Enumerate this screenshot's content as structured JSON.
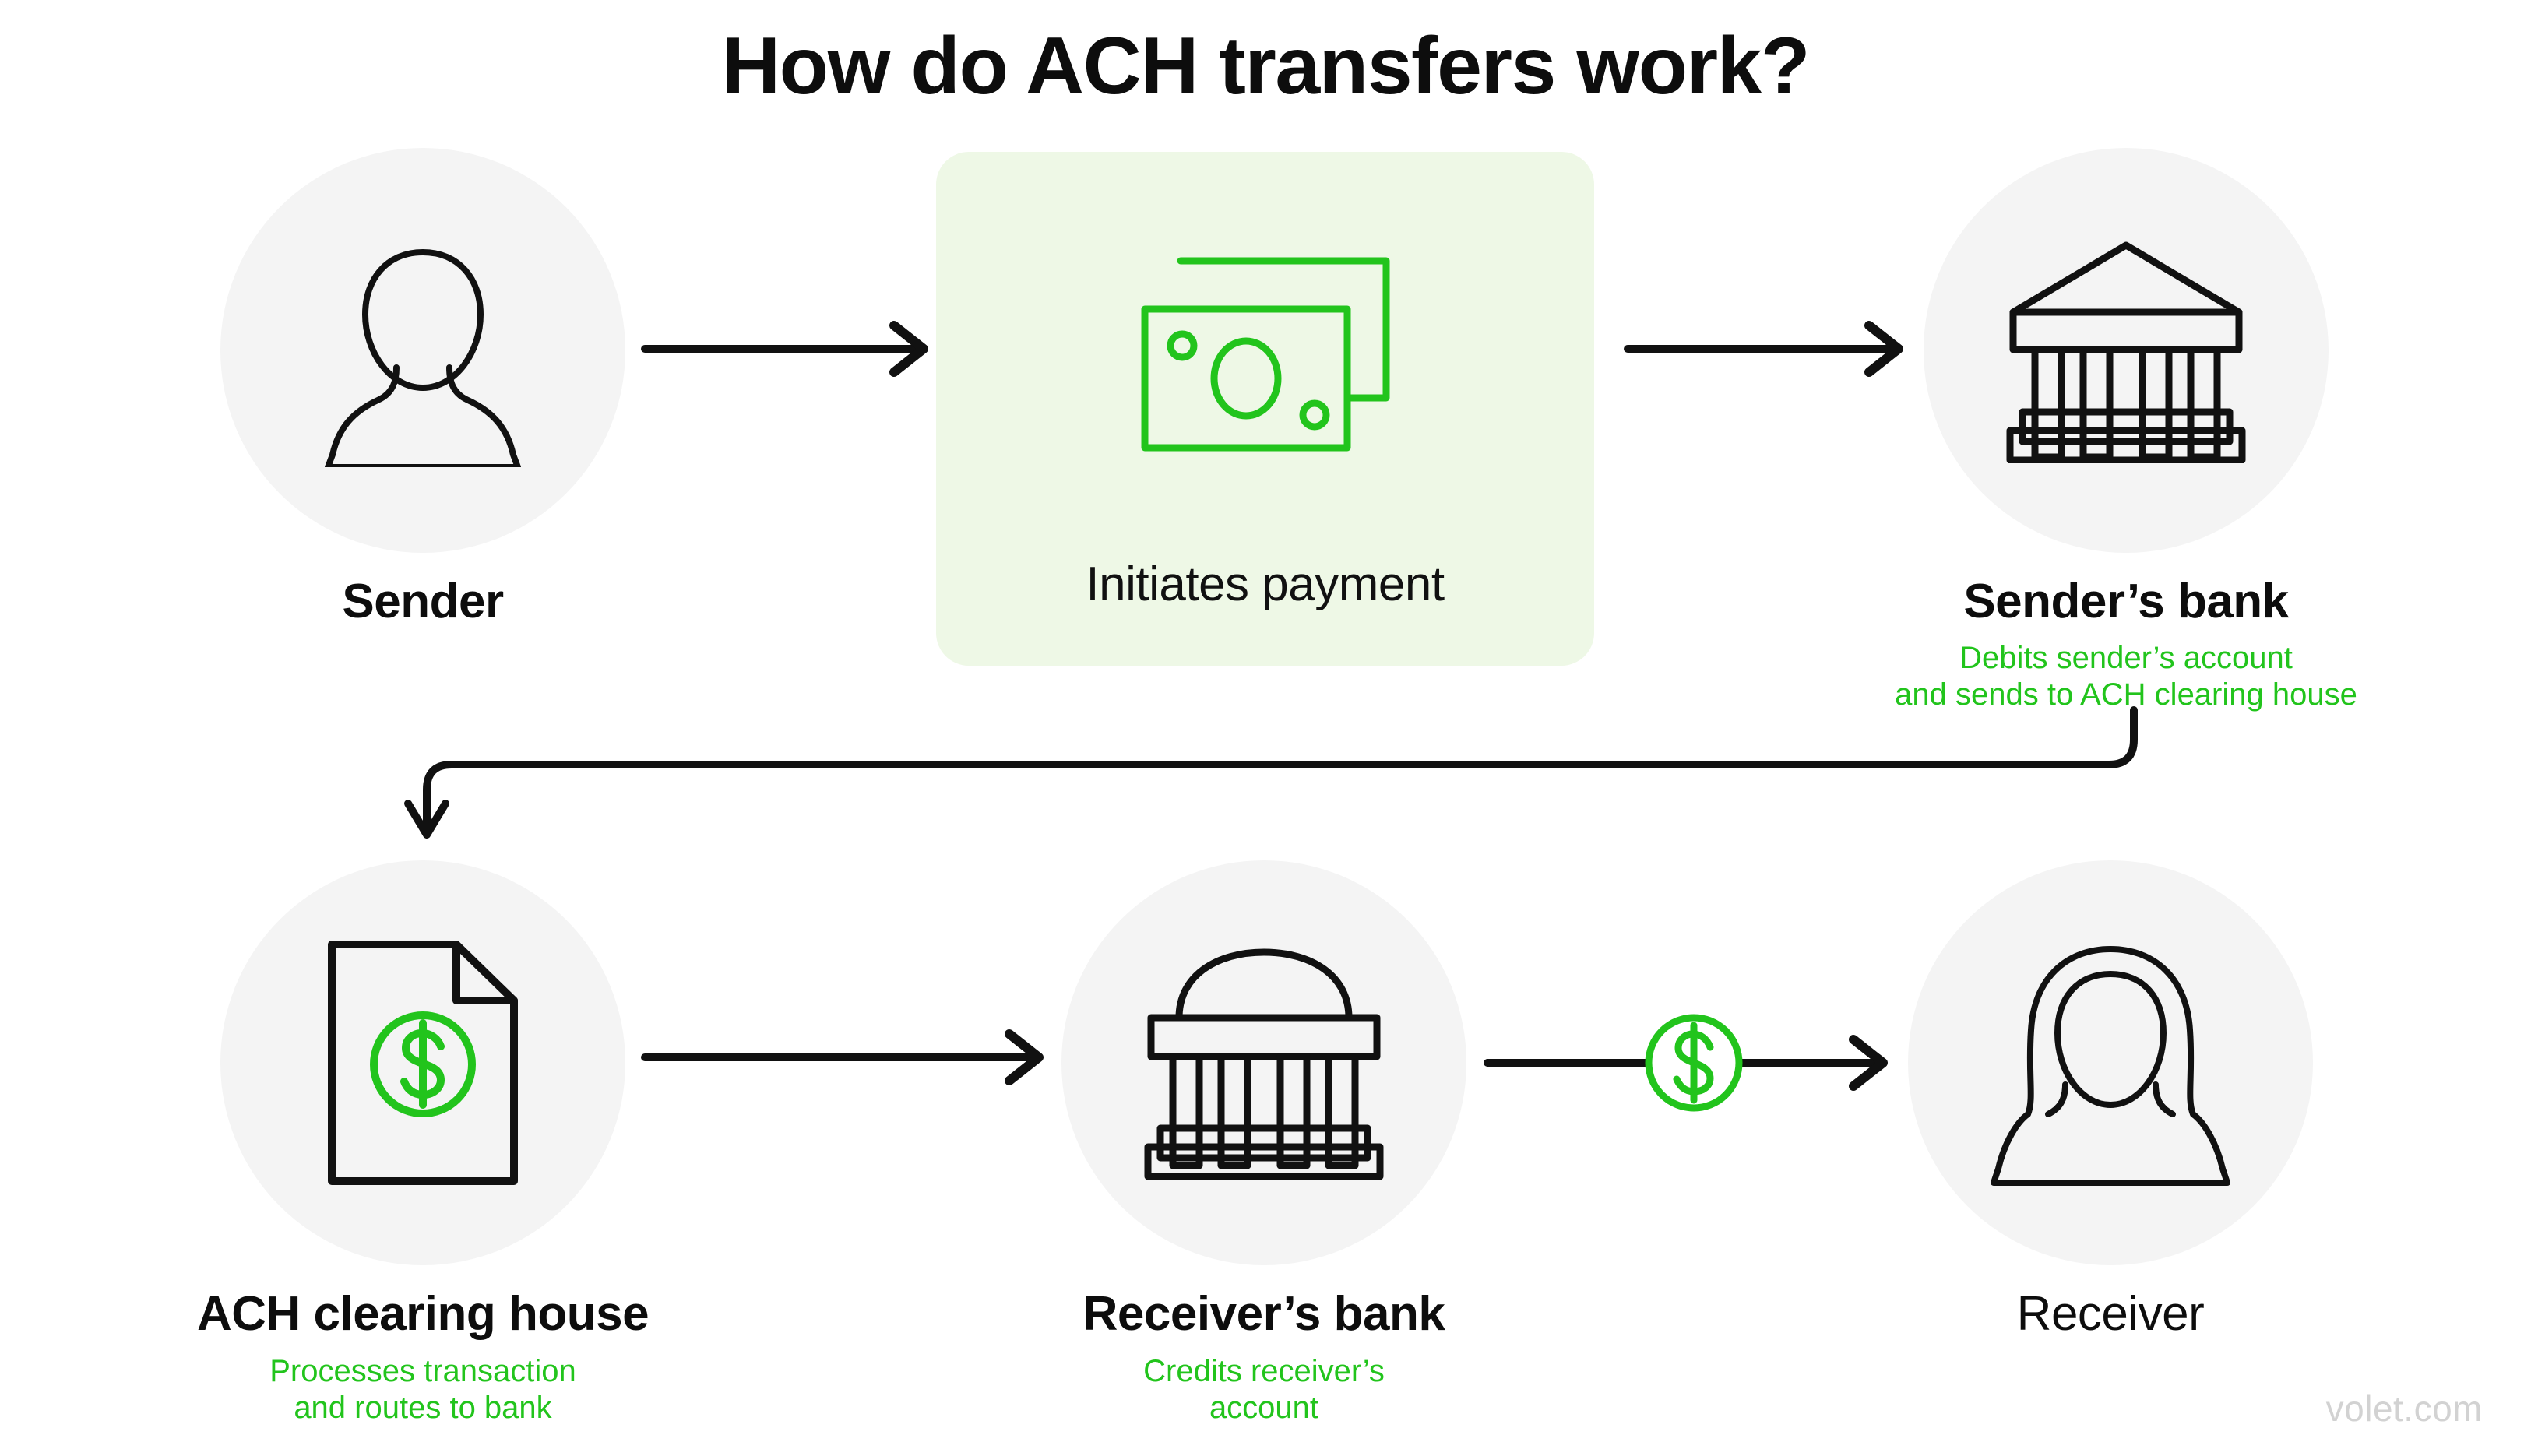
{
  "page": {
    "title": "How do ACH transfers work?",
    "watermark": "volet.com",
    "background_color": "#ffffff",
    "accent_green": "#22c41c",
    "card_background": "#eef8e6",
    "circle_background": "#f4f4f4",
    "stroke_color": "#111111"
  },
  "flow": {
    "row1": [
      {
        "id": "sender",
        "icon": "person-icon",
        "label": "Sender",
        "caption": ""
      },
      {
        "id": "initiates-payment",
        "icon": "banknotes-icon",
        "label": "Initiates payment",
        "caption": ""
      },
      {
        "id": "senders-bank",
        "icon": "bank-pediment-icon",
        "label": "Sender’s bank",
        "caption_line1": "Debits sender’s account",
        "caption_line2": "and sends to ACH clearing house"
      }
    ],
    "row2": [
      {
        "id": "ach-clearing-house",
        "icon": "document-dollar-icon",
        "label": "ACH clearing house",
        "caption_line1": "Processes transaction",
        "caption_line2": "and routes to bank"
      },
      {
        "id": "receivers-bank",
        "icon": "bank-dome-icon",
        "label": "Receiver’s bank",
        "caption_line1": "Credits receiver’s",
        "caption_line2": "account"
      },
      {
        "id": "receiver",
        "icon": "person-long-hair-icon",
        "label": "Receiver",
        "caption": ""
      }
    ],
    "connectors": [
      {
        "id": "sender-to-payment",
        "type": "straight-arrow-right"
      },
      {
        "id": "payment-to-senders-bank",
        "type": "straight-arrow-right"
      },
      {
        "id": "senders-bank-to-clearing-house",
        "type": "elbow-arrow-down-left"
      },
      {
        "id": "clearing-house-to-receivers-bank",
        "type": "straight-arrow-right"
      },
      {
        "id": "receivers-bank-to-receiver",
        "type": "straight-arrow-right-with-dollar-badge"
      }
    ],
    "dollar_badge": {
      "id": "dollar-badge",
      "symbol": "$"
    }
  }
}
